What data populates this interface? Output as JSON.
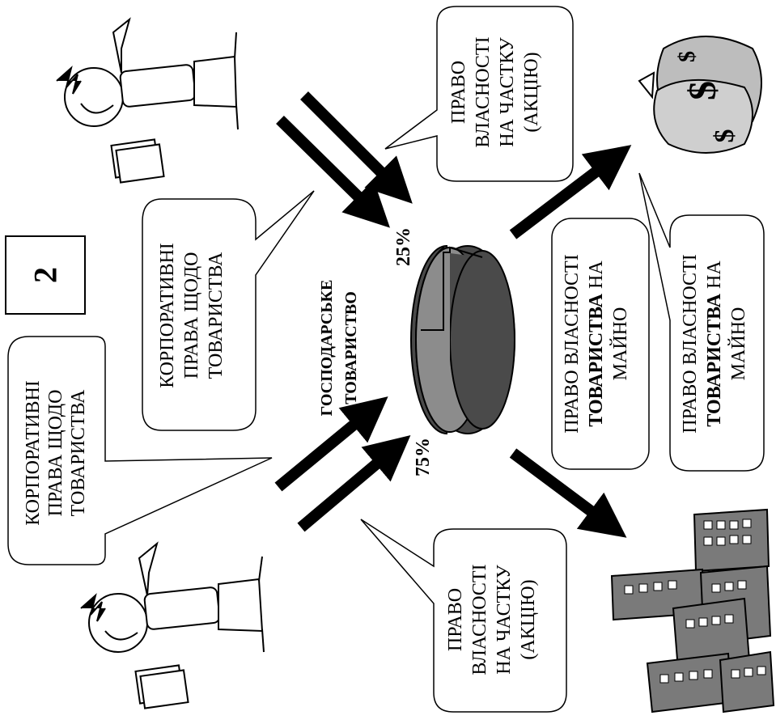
{
  "number_box": {
    "label": "2"
  },
  "center": {
    "line1": "ГОСПОДАРСЬКЕ",
    "line2": "ТОВАРИСТВО"
  },
  "percentages": {
    "top": "25%",
    "bottom": "75%"
  },
  "bubbles": {
    "corporate_left": [
      "КОРПОРАТИВНІ",
      "ПРАВА ЩОДО",
      "ТОВАРИСТВА"
    ],
    "corporate_upper": [
      "КОРПОРАТИВНІ",
      "ПРАВА ЩОДО",
      "ТОВАРИСТВА"
    ],
    "share_upper": [
      "ПРАВО",
      "ВЛАСНОСТІ",
      "НА ЧАСТКУ",
      "(АКЦІЮ)"
    ],
    "share_lower": [
      "ПРАВО",
      "ВЛАСНОСТІ",
      "НА ЧАСТКУ",
      "(АКЦІЮ)"
    ],
    "property_inner": {
      "line1": "ПРАВО ВЛАСНОСТІ",
      "line2_bold": "ТОВАРИСТВА",
      "line2_rest": " НА",
      "line3": "МАЙНО"
    },
    "property_outer": {
      "line1": "ПРАВО ВЛАСНОСТІ",
      "line2_bold": "ТОВАРИСТВА",
      "line2_rest": " НА",
      "line3": "МАЙНО"
    }
  },
  "colors": {
    "pie_light": "#8c8c8c",
    "pie_dark": "#4a4a4a",
    "building": "#7a7a7a",
    "bag": "#bdbdbd"
  }
}
